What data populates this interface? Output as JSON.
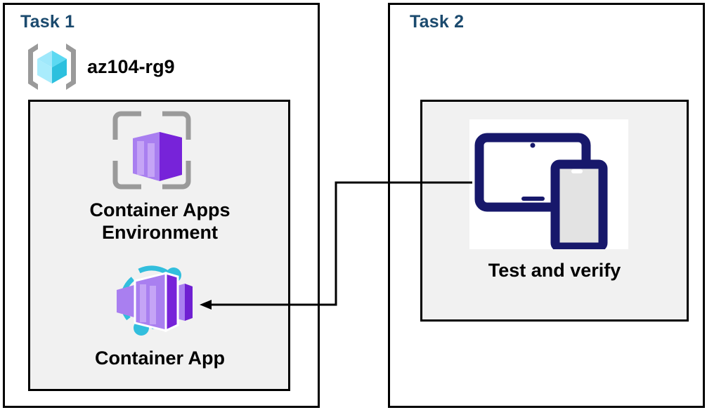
{
  "diagram": {
    "title_color": "#1b4a6e",
    "label_color": "#000000",
    "panel_border_color": "#000000",
    "inner_box_fill": "#f1f1f1",
    "canvas_background": "#ffffff"
  },
  "task1": {
    "title": "Task 1",
    "resource_group": {
      "label": "az104-rg9",
      "icon": "resource-group-cube-icon",
      "icon_colors": {
        "cube_light": "#9fe8fb",
        "cube_mid": "#50d9f5",
        "cube_dark": "#2cc0de",
        "brackets": "#9a9a9a"
      }
    },
    "nodes": [
      {
        "id": "container-apps-environment",
        "label": "Container Apps Environment",
        "label_lines": [
          "Container Apps",
          "Environment"
        ],
        "icon": "container-apps-environment-icon",
        "icon_colors": {
          "box_front": "#a97ff0",
          "box_top": "#8152e4",
          "box_side": "#6b2fd4",
          "frame": "#9a9a9a"
        }
      },
      {
        "id": "container-app",
        "label": "Container App",
        "icon": "container-app-icon",
        "icon_colors": {
          "box_front": "#a97ff0",
          "box_top": "#8a4fe8",
          "box_side": "#7723d9",
          "accent_arc": "#32bedd"
        }
      }
    ]
  },
  "task2": {
    "title": "Task 2",
    "nodes": [
      {
        "id": "test-and-verify",
        "label": "Test and verify",
        "icon": "devices-test-icon",
        "icon_colors": {
          "device_outline": "#17186b",
          "phone_screen": "#e3e3e3",
          "tablet_screen": "#ffffff"
        }
      }
    ]
  },
  "connector": {
    "id": "test-to-container-app-arrow",
    "from": "test-and-verify",
    "to": "container-app",
    "direction": "right-to-left",
    "style": "elbow-with-arrowhead",
    "color": "#000000"
  }
}
